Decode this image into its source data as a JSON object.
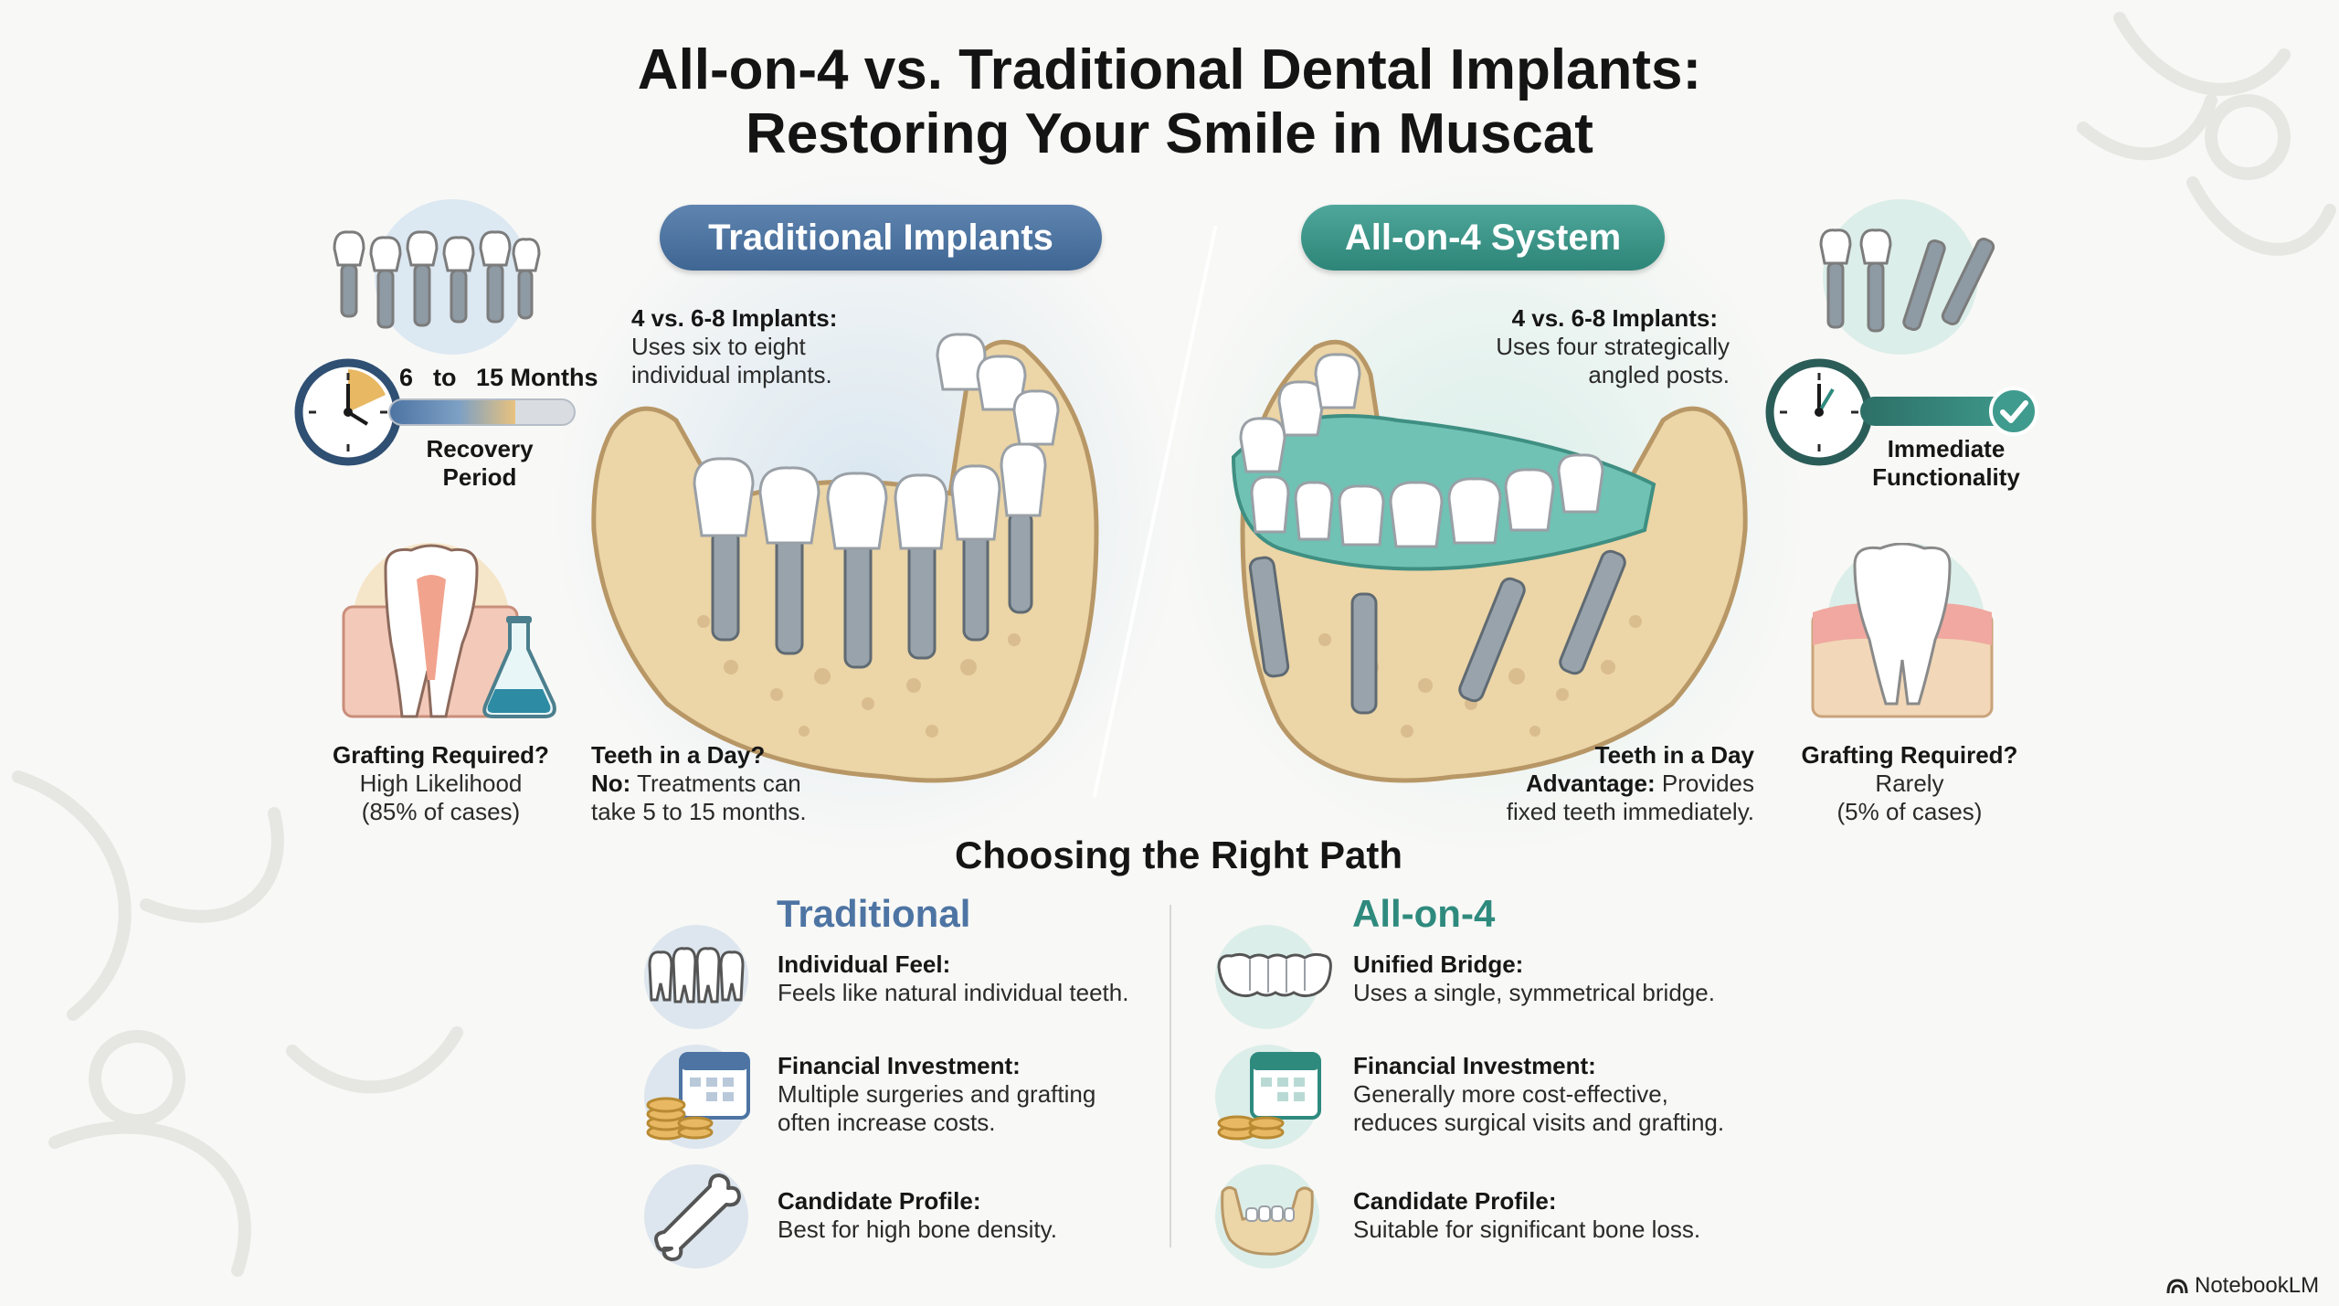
{
  "title": {
    "line1": "All-on-4 vs. Traditional Dental Implants:",
    "line2": "Restoring Your Smile in Muscat"
  },
  "traditional": {
    "pill_label": "Traditional Implants",
    "implants_heading": "4 vs. 6-8 Implants:",
    "implants_line1": "Uses six to eight",
    "implants_line2": "individual implants.",
    "recovery_from": "6",
    "recovery_to_word": "to",
    "recovery_months": "15 Months",
    "recovery_label_line1": "Recovery",
    "recovery_label_line2": "Period",
    "recovery_progress": 0.68,
    "grafting_heading": "Grafting Required?",
    "grafting_value": "High Likelihood",
    "grafting_detail": "(85% of cases)",
    "day_heading": "Teeth in a Day?",
    "day_answer_bold": "No:",
    "day_answer_line1": " Treatments can",
    "day_answer_line2": "take 5 to 15 months."
  },
  "allon4": {
    "pill_label": "All-on-4 System",
    "implants_heading": "4 vs. 6-8 Implants:",
    "implants_line1": "Uses four strategically",
    "implants_line2": "angled posts.",
    "function_line1": "Immediate",
    "function_line2": "Functionality",
    "grafting_heading": "Grafting Required?",
    "grafting_value": "Rarely",
    "grafting_detail": "(5% of cases)",
    "day_heading": "Teeth in a Day",
    "day_bold": "Advantage:",
    "day_line1": " Provides",
    "day_line2": "fixed teeth immediately."
  },
  "comparison": {
    "heading": "Choosing the Right Path",
    "traditional": {
      "title": "Traditional",
      "items": [
        {
          "heading": "Individual Feel:",
          "lines": [
            "Feels like natural individual teeth."
          ]
        },
        {
          "heading": "Financial Investment:",
          "lines": [
            "Multiple surgeries and grafting",
            "often increase costs."
          ]
        },
        {
          "heading": "Candidate Profile:",
          "lines": [
            "Best for high bone density."
          ]
        }
      ]
    },
    "allon4": {
      "title": "All-on-4",
      "items": [
        {
          "heading": "Unified Bridge:",
          "lines": [
            "Uses a single, symmetrical bridge."
          ]
        },
        {
          "heading": "Financial Investment:",
          "lines": [
            "Generally more cost-effective,",
            "reduces surgical visits and grafting."
          ]
        },
        {
          "heading": "Candidate Profile:",
          "lines": [
            "Suitable for significant bone loss."
          ]
        }
      ]
    }
  },
  "branding": {
    "logo_text": "NotebookLM"
  },
  "colors": {
    "traditional_blue": "#4d74a3",
    "allon4_teal": "#2f8a7e",
    "bone": "#e9d3a6",
    "gum": "#6fc2b4",
    "gold": "#e8b862"
  }
}
